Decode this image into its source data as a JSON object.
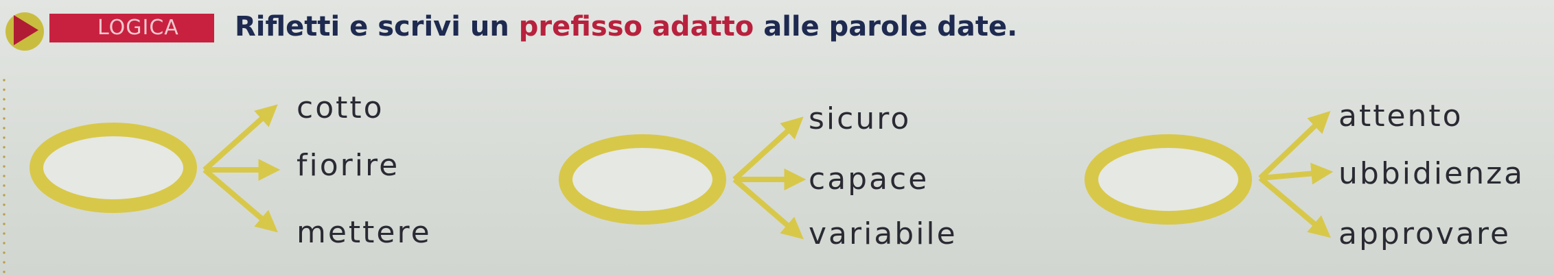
{
  "badge": {
    "label": "LOGICA"
  },
  "instruction": {
    "part1": "Rifletti e scrivi un ",
    "highlight": "prefisso adatto",
    "part2": " alle parole date."
  },
  "groups": [
    {
      "words": [
        "cotto",
        "fiorire",
        "mettere"
      ]
    },
    {
      "words": [
        "sicuro",
        "capace",
        "variabile"
      ]
    },
    {
      "words": [
        "attento",
        "ubbidienza",
        "approvare"
      ]
    }
  ],
  "colors": {
    "accent_yellow": "#d8c84a",
    "badge_red": "#c8213f",
    "title_blue": "#1e2a50",
    "highlight_red": "#b8213d"
  }
}
